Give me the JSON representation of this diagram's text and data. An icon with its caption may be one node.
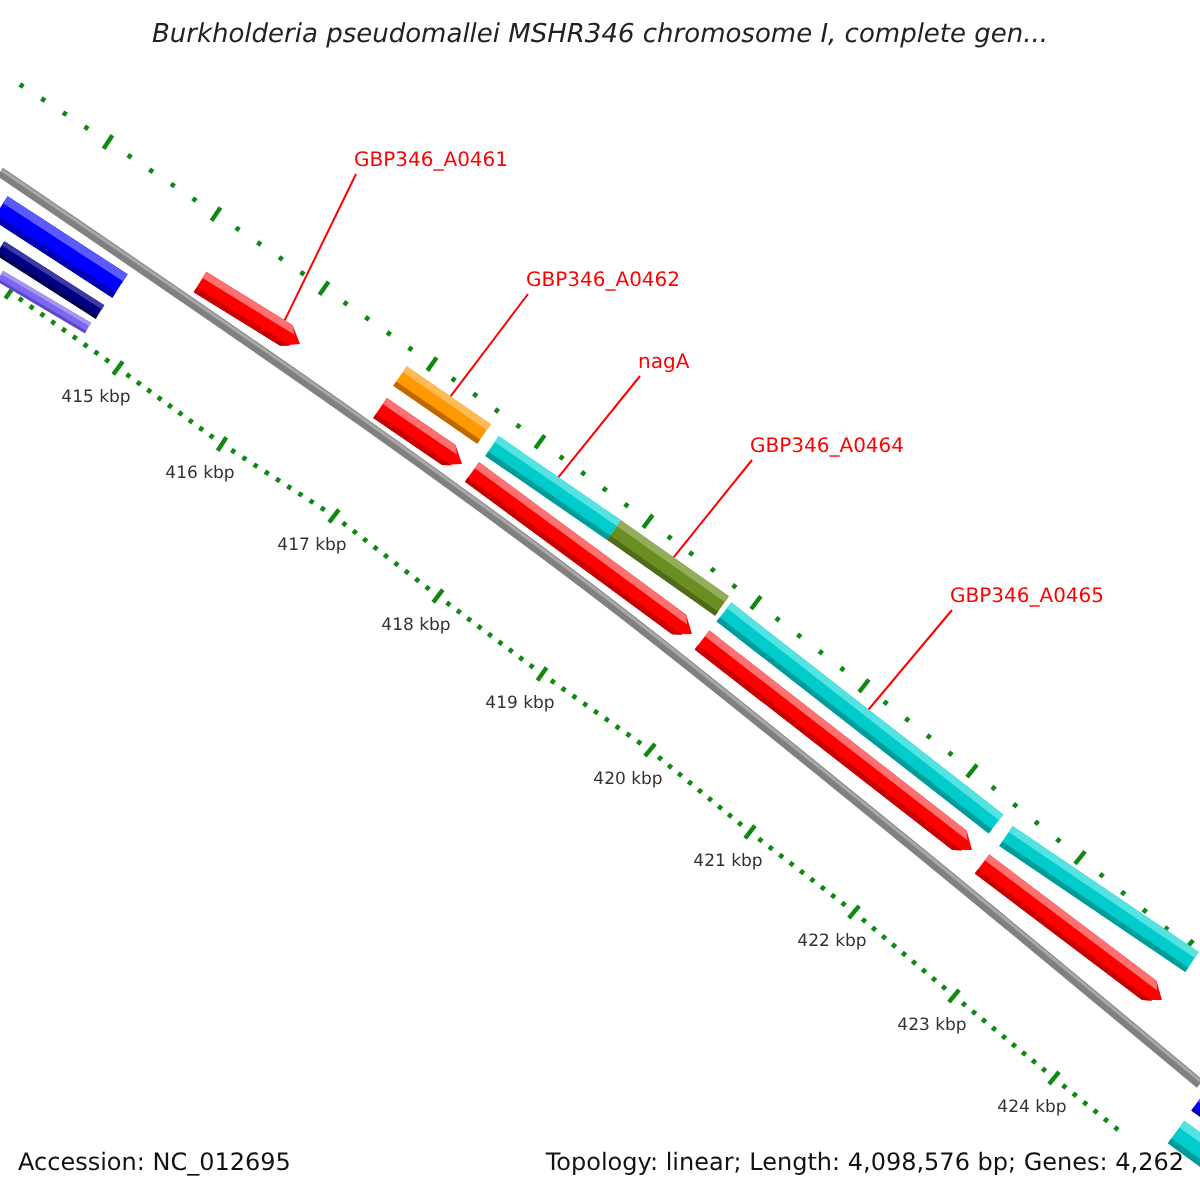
{
  "diagram": {
    "title": "Burkholderia pseudomallei MSHR346 chromosome I, complete gen...",
    "nodes": [
      {
        "text": [
          "GBP346_A0461"
        ]
      },
      {
        "text": [
          "GBP346_A0462"
        ]
      },
      {
        "text": [
          "nagA"
        ]
      },
      {
        "text": [
          "GBP346_A0464"
        ]
      },
      {
        "text": [
          "GBP346_A0465"
        ]
      },
      {
        "text": [],
        "shape": "arrow"
      },
      {
        "text": [],
        "shape": "bar"
      },
      {
        "text": [],
        "shape": "bar"
      },
      {
        "text": [],
        "shape": "bar"
      },
      {
        "text": [],
        "shape": "bar"
      }
    ],
    "edges": [
      {
        "from": 0,
        "to": 5,
        "arrow": "none"
      },
      {
        "from": 1,
        "to": 6,
        "arrow": "none"
      },
      {
        "from": 2,
        "to": 7,
        "arrow": "none"
      },
      {
        "from": 3,
        "to": 8,
        "arrow": "none"
      },
      {
        "from": 4,
        "to": 9,
        "arrow": "none"
      }
    ],
    "labels": [
      "415 kbp",
      "416 kbp",
      "417 kbp",
      "418 kbp",
      "419 kbp",
      "420 kbp",
      "421 kbp",
      "422 kbp",
      "423 kbp",
      "424 kbp",
      "Accession: NC_012695",
      "Topology: linear; Length: 4,098,576 bp; Genes: 4,262"
    ]
  }
}
